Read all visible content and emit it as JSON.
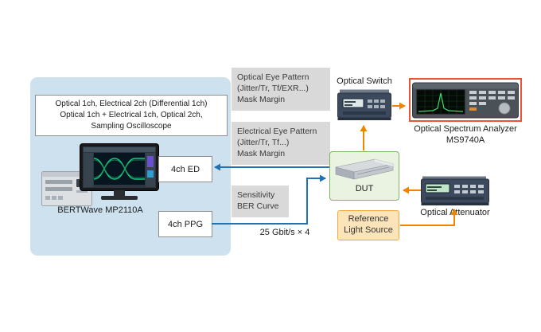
{
  "panel": {
    "spec_box": {
      "lines": [
        "Optical 1ch, Electrical 2ch (Differential 1ch)",
        "Optical 1ch + Electrical 1ch, Optical 2ch,",
        "Sampling Oscilloscope"
      ]
    },
    "device_label": "BERTWave MP2110A",
    "ed_box": "4ch ED",
    "ppg_box": "4ch PPG"
  },
  "callouts": {
    "optical_eye": [
      "Optical Eye Pattern",
      "(Jitter/Tr, Tf/EXR...)",
      "Mask Margin"
    ],
    "electrical_eye": [
      "Electrical Eye Pattern",
      "(Jitter/Tr, Tf...)",
      "Mask Margin"
    ],
    "sensitivity": [
      "Sensitivity",
      "BER Curve"
    ]
  },
  "nodes": {
    "optical_switch": "Optical Switch",
    "osa_name": "Optical Spectrum Analyzer",
    "osa_model": "MS9740A",
    "dut": "DUT",
    "rls": [
      "Reference",
      "Light Source"
    ],
    "attenuator": "Optical Attenuator"
  },
  "annotations": {
    "bitrate": "25 Gbit/s × 4"
  },
  "colors": {
    "panel_bg": "#cde1ef",
    "callout_bg": "#d9d9d9",
    "blue_arrow": "#2171b5",
    "orange_arrow": "#f08300",
    "osa_border": "#e8533a",
    "dut_bg": "#eaf3e2",
    "dut_border": "#7fb36a",
    "rls_bg": "#fce4ba",
    "rls_border": "#f2a83c",
    "eye_trace": "#1dc97c"
  }
}
